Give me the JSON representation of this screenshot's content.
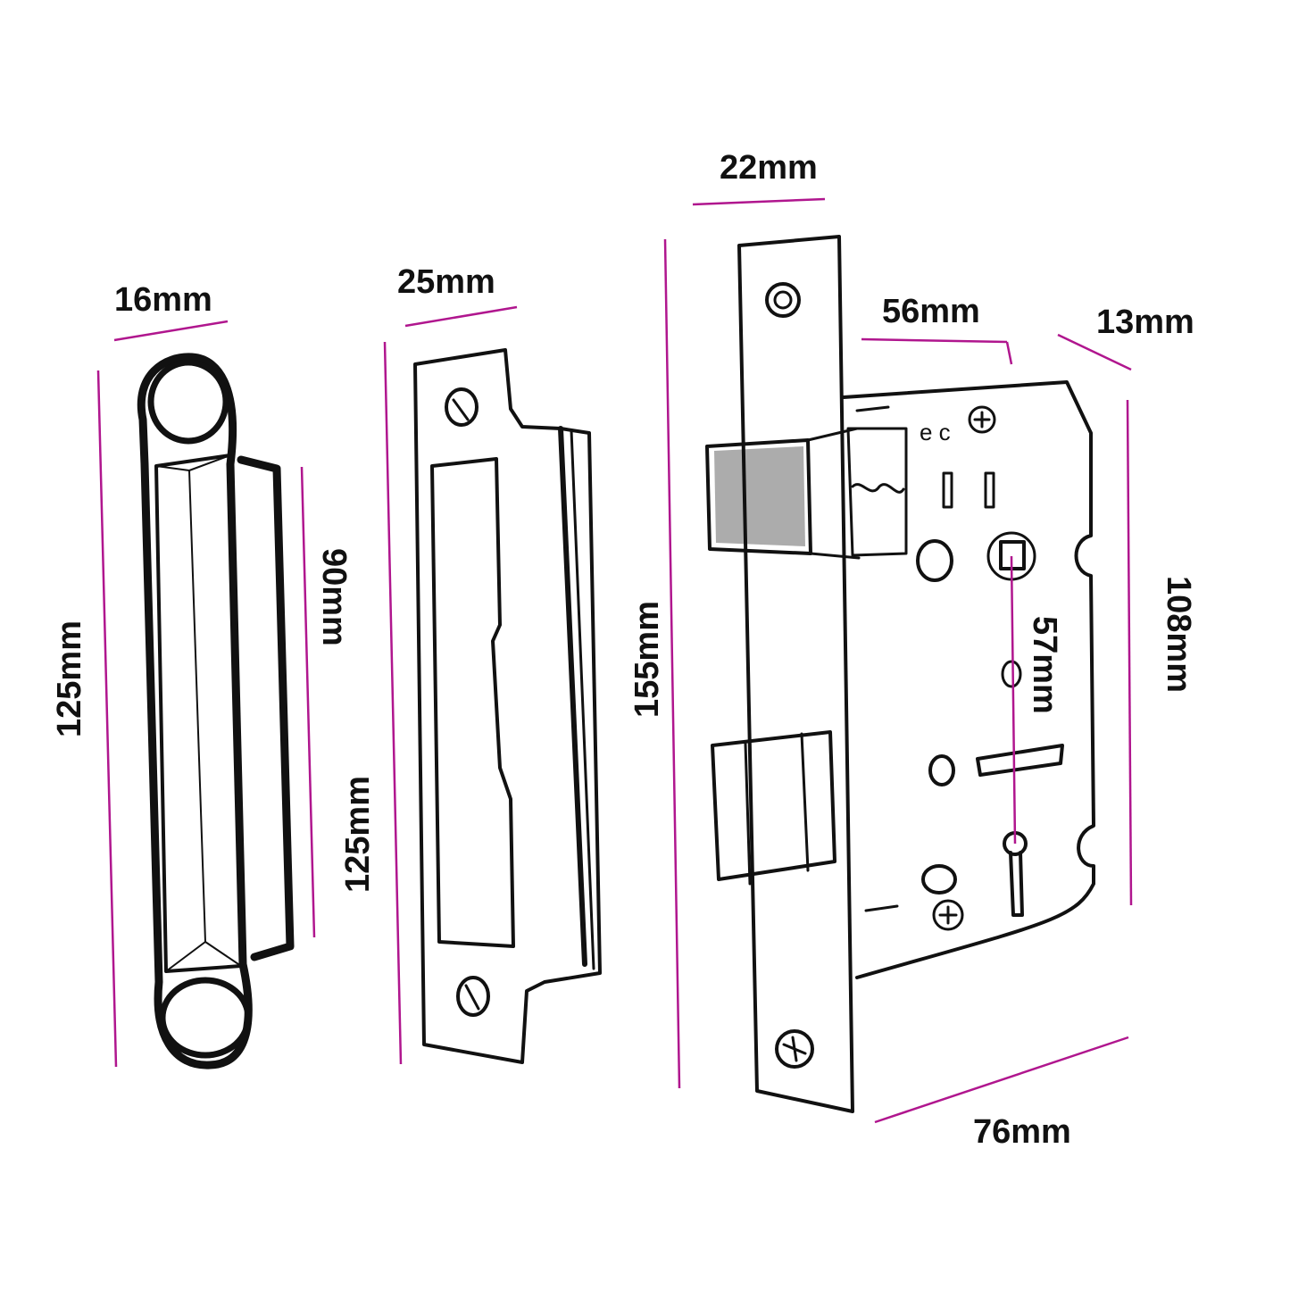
{
  "colors": {
    "dimension_line": "#b0168e",
    "ink": "#111111",
    "background": "#ffffff"
  },
  "dimensions": {
    "keep_width": "16mm",
    "keep_height": "125mm",
    "keep_body_height": "90mm",
    "strike_width": "25mm",
    "strike_height": "125mm",
    "forend_width": "22mm",
    "forend_height": "155mm",
    "backset": "56mm",
    "case_thickness": "13mm",
    "case_height": "108mm",
    "centres": "57mm",
    "case_depth": "76mm"
  }
}
